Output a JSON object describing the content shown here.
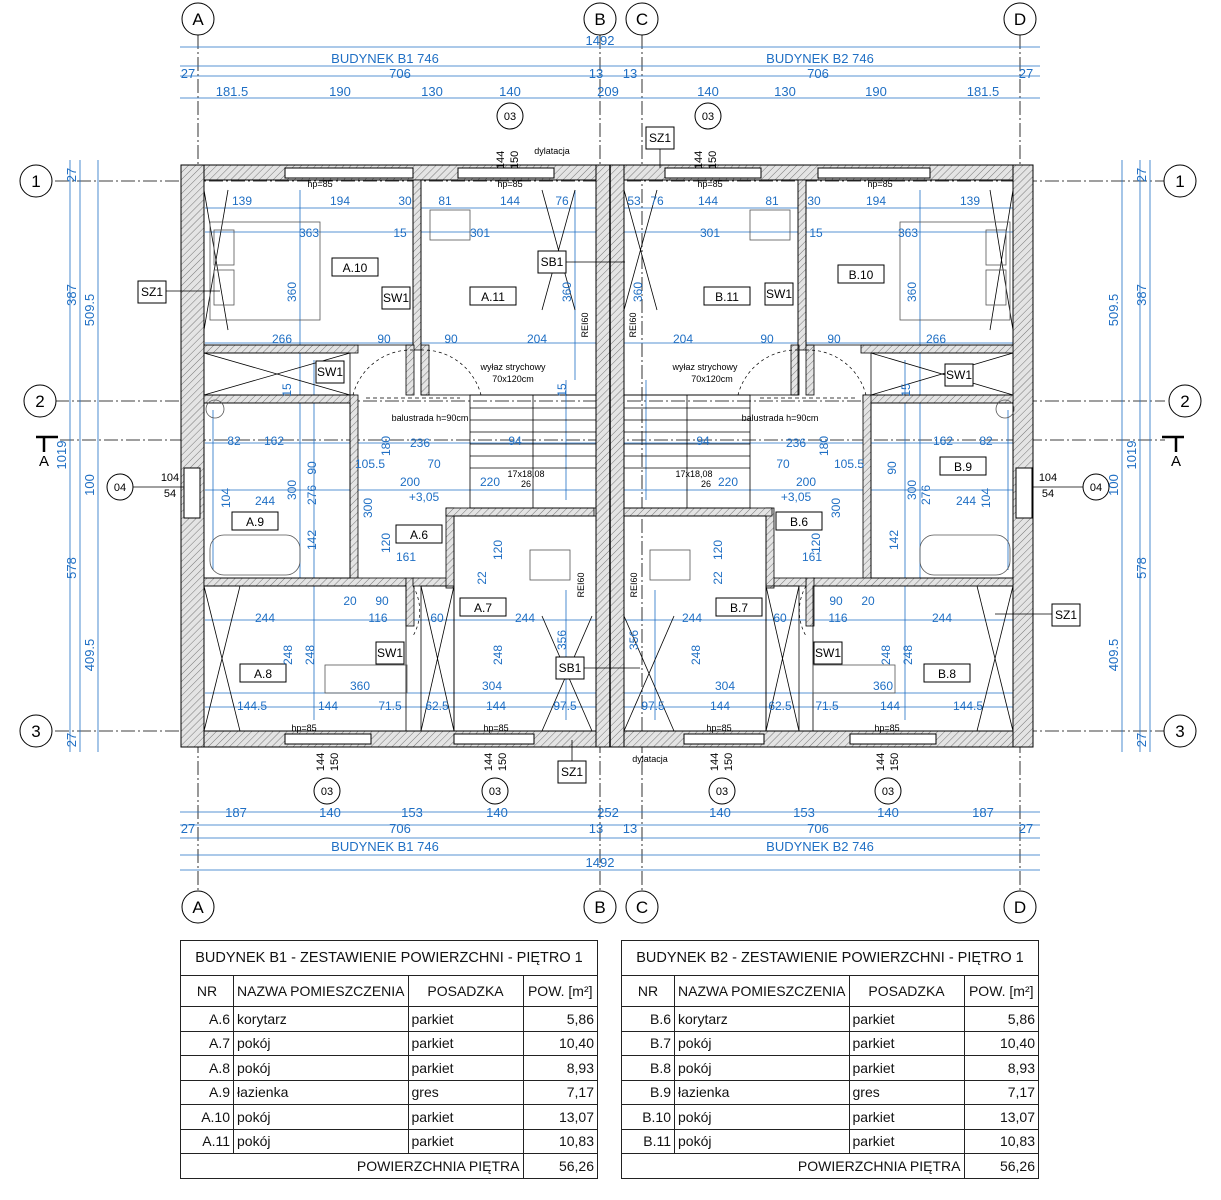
{
  "axes": {
    "letters": [
      "A",
      "B",
      "C",
      "D"
    ],
    "numbers": [
      "1",
      "2",
      "3"
    ],
    "section": "A"
  },
  "dims": {
    "total": "1492",
    "building_b1": "BUDYNEK B1  746",
    "building_b2": "BUDYNEK B2  746",
    "top_row3_a": [
      "181.5",
      "190",
      "130",
      "140"
    ],
    "top_row3_mid": "209",
    "top_row3_b": [
      "140",
      "130",
      "190",
      "181.5"
    ],
    "bot_row_a": [
      "187",
      "140",
      "153",
      "140"
    ],
    "bot_mid": "252",
    "bot_row_b": [
      "140",
      "153",
      "140",
      "187"
    ],
    "half": "706",
    "wall_ext": "27",
    "wall_mid": "13",
    "left_v_total": "1019",
    "left_v_a": "509.5",
    "left_v_b": "409.5",
    "left_v_c": "387",
    "left_v_d": "578",
    "left_v_e": "100"
  },
  "labels": {
    "dylatacja": "dylatacja",
    "wylaz": "wyłaz strychowy",
    "wylaz_size": "70x120cm",
    "balustrada": "balustrada h=90cm",
    "stairs": "17x18,08",
    "stairs2": "26",
    "level": "+3,05",
    "rei": "REI60",
    "hp": "hp=85",
    "tag_03": "03",
    "tag_04": "04",
    "win_144": "144",
    "win_150": "150",
    "win_104": "104",
    "win_54": "54",
    "sz1": "SZ1",
    "sw1": "SW1",
    "sb1": "SB1"
  },
  "rooms_a": [
    "A.10",
    "A.11",
    "A.9",
    "A.6",
    "A.7",
    "A.8"
  ],
  "rooms_b": [
    "B.10",
    "B.11",
    "B.9",
    "B.6",
    "B.7",
    "B.8"
  ],
  "inner_dims": {
    "d139": "139",
    "d194": "194",
    "d30": "30",
    "d81": "81",
    "d144": "144",
    "d76": "76",
    "d53": "53",
    "d363": "363",
    "d15": "15",
    "d301": "301",
    "d360": "360",
    "d266": "266",
    "d90": "90",
    "d204": "204",
    "d162": "162",
    "d236": "236",
    "d94": "94",
    "d105_5": "105.5",
    "d70": "70",
    "d200": "200",
    "d220": "220",
    "d244": "244",
    "d300": "300",
    "d276": "276",
    "d120": "120",
    "d161": "161",
    "d142": "142",
    "d116": "116",
    "d60": "60",
    "d248": "248",
    "d356": "356",
    "d304": "304",
    "d144_5": "144.5",
    "d71_5": "71.5",
    "d62_5": "62.5",
    "d97_5": "97.5",
    "d180": "180",
    "d20": "20",
    "d22": "22",
    "d104": "104",
    "d82": "82"
  },
  "table_a": {
    "title": "BUDYNEK B1 - ZESTAWIENIE POWIERZCHNI - PIĘTRO 1",
    "h_nr": "NR",
    "h_name": "NAZWA POMIESZCZENIA",
    "h_floor": "POSADZKA",
    "h_area": "POW. [m²]",
    "rows": [
      {
        "nr": "A.6",
        "name": "korytarz",
        "floor": "parkiet",
        "area": "5,86"
      },
      {
        "nr": "A.7",
        "name": "pokój",
        "floor": "parkiet",
        "area": "10,40"
      },
      {
        "nr": "A.8",
        "name": "pokój",
        "floor": "parkiet",
        "area": "8,93"
      },
      {
        "nr": "A.9",
        "name": "łazienka",
        "floor": "gres",
        "area": "7,17"
      },
      {
        "nr": "A.10",
        "name": "pokój",
        "floor": "parkiet",
        "area": "13,07"
      },
      {
        "nr": "A.11",
        "name": "pokój",
        "floor": "parkiet",
        "area": "10,83"
      }
    ],
    "total_label": "POWIERZCHNIA PIĘTRA",
    "total": "56,26"
  },
  "table_b": {
    "title": "BUDYNEK B2 - ZESTAWIENIE POWIERZCHNI - PIĘTRO 1",
    "h_nr": "NR",
    "h_name": "NAZWA POMIESZCZENIA",
    "h_floor": "POSADZKA",
    "h_area": "POW. [m²]",
    "rows": [
      {
        "nr": "B.6",
        "name": "korytarz",
        "floor": "parkiet",
        "area": "5,86"
      },
      {
        "nr": "B.7",
        "name": "pokój",
        "floor": "parkiet",
        "area": "10,40"
      },
      {
        "nr": "B.8",
        "name": "pokój",
        "floor": "parkiet",
        "area": "8,93"
      },
      {
        "nr": "B.9",
        "name": "łazienka",
        "floor": "gres",
        "area": "7,17"
      },
      {
        "nr": "B.10",
        "name": "pokój",
        "floor": "parkiet",
        "area": "13,07"
      },
      {
        "nr": "B.11",
        "name": "pokój",
        "floor": "parkiet",
        "area": "10,83"
      }
    ],
    "total_label": "POWIERZCHNIA PIĘTRA",
    "total": "56,26"
  },
  "colors": {
    "dimension": "#1f6fc4",
    "wall": "#9a9a9a",
    "line": "#000000"
  }
}
